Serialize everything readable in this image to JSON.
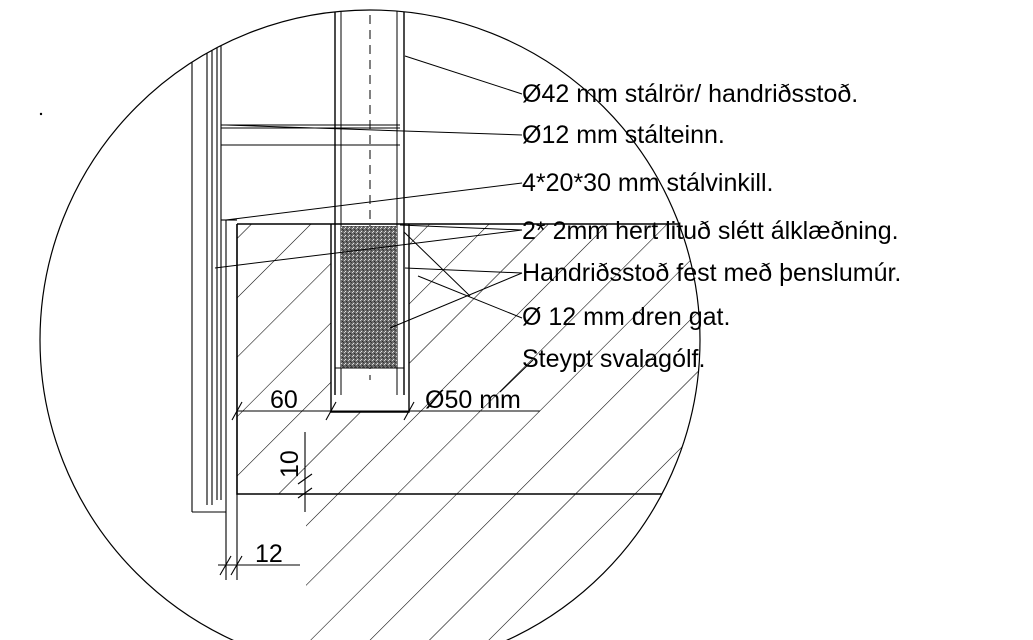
{
  "annotations": [
    "Ø42 mm stálrör/ handriðsstoð.",
    "Ø12 mm stálteinn.",
    "4*20*30 mm stálvinkill.",
    "2* 2mm hert lituð  slétt álklæðning.",
    "Handriðsstoð fest með þenslumúr.",
    "Ø 12 mm dren gat.",
    "Steypt svalagólf."
  ],
  "dimensions": {
    "edge_offset": "60",
    "hole_diameter": "Ø50 mm",
    "slab_step": "10",
    "cladding_gap": "12"
  },
  "colors": {
    "line": "#000000",
    "background": "#ffffff",
    "grout": "#555555"
  }
}
